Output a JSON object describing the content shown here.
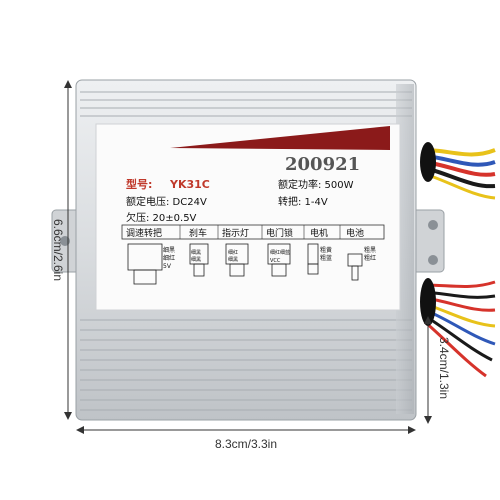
{
  "dimensions": {
    "height": "6.6cm/2.6in",
    "width": "8.3cm/3.3in",
    "depth": "3.4cm/1.3in"
  },
  "label": {
    "serial": "200921",
    "model_label": "型号:",
    "model_value": "YK31C",
    "rated_power": "额定功率: 500W",
    "rated_voltage": "额定电压: DC24V",
    "throttle": "转把: 1-4V",
    "undervoltage": "欠压: 20±0.5V",
    "wiring_headers": [
      "调速转把",
      "刹车",
      "指示灯",
      "电门锁",
      "电机",
      "电池"
    ],
    "wire_notes": {
      "throttle": [
        "细黑",
        "细红",
        "5V"
      ],
      "brake": [
        "细黑",
        "细黑"
      ],
      "indicator": [
        "细红",
        "细黑"
      ],
      "lock": [
        "细红",
        "细蓝",
        "VCC"
      ],
      "motor": [
        "粗黄",
        "粗蓝"
      ],
      "battery": [
        "粗黑",
        "粗红"
      ]
    }
  },
  "colors": {
    "housing": "#d9dcdf",
    "label_bg": "#fbfbfb",
    "stripe": "#8b1a1a",
    "model_red": "#c0392b",
    "wire_red": "#d6332b",
    "wire_blue": "#2f58b8",
    "wire_yellow": "#e8c21a",
    "wire_black": "#1a1a1a"
  }
}
